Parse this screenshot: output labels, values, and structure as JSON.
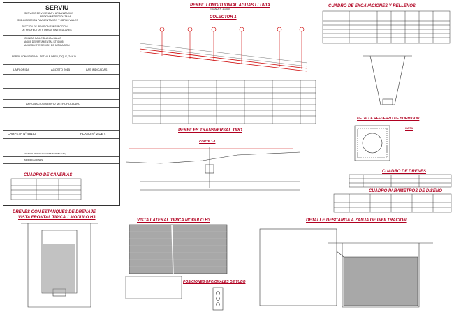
{
  "titleblock": {
    "org": "SERVIU",
    "ministry": "SERVICIO DE VIVIENDA Y URBANIZACION",
    "region": "REGION METROPOLITANA",
    "subdir": "SUB-DIRECCION PAVIMENTACION Y OBRAS VIALES",
    "section1": "SECCION DE REVISION E INSPECCION",
    "section2": "DE PROYECTOS Y OBRAS PARTICULARES",
    "project1": "CLINICA CALLE BLANCA SALAS",
    "project2": "AGUA DEPARTAMENTAL ST01405",
    "project3": "ACCESO/CTE SESION DE MITIGACION",
    "address": "PERFIL LONGITUDINAL DETALLE DREN, DIQUE, ZANJA",
    "commune_label": "LA FLORIDA",
    "date_label": "AGOSTO 2015",
    "scale_label": "LAS INDICADAS",
    "approval": "APROBACION SERVIU METROPOLITANO",
    "folder": "CARPETA  Nº 46153",
    "plan": "PLANO  Nº 2 DE 4",
    "rev1": "2°ENVIO OBSERVACIONES SERVIU (CRL)",
    "rev2": "MODIFICACIONES"
  },
  "sections": {
    "long_profile": "PERFIL LONGITUDINAL AGUAS LLUVIA",
    "long_scale": "ESCALA H 1:1000",
    "collector": "COLECTOR 1",
    "cross_profiles": "PERFILES TRANSVERSAL TIPO",
    "cut": "CORTE 1-1",
    "pipe_table": "CUADRO DE CAÑERIAS",
    "excav_table": "CUADRO DE EXCAVACIONES Y RELLENOS",
    "drain_table": "CUADRO DE DRENES",
    "design_table": "CUADRO PARAMETROS DE DISEÑO",
    "reinforce": "DETALLE REFUERZO DE HORMIGON",
    "drain_ponds": "DRENES CON ESTANQUES DE DRENAJE",
    "front_view": "VISTA FRONTAL TIPICA 1 MODULO H3",
    "side_view": "VISTA LATERAL TIPICA MODULO H3",
    "pipe_pos": "POSICIONES OPCIONALES DE TUBO",
    "discharge": "DETALLE DESCARGA A ZANJA DE INFILTRACION",
    "note": "NOTA"
  }
}
